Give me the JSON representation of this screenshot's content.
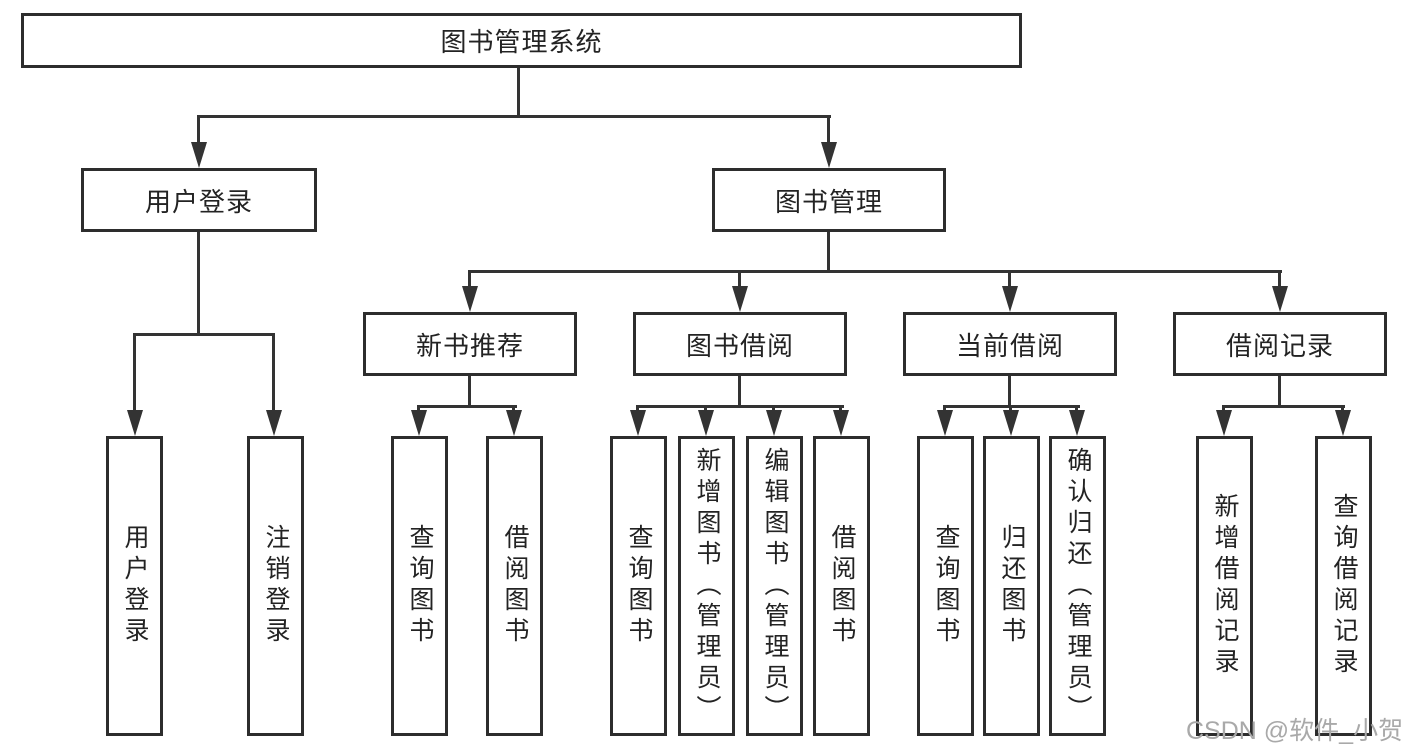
{
  "tree": {
    "root": "图书管理系统",
    "user_login": {
      "label": "用户登录",
      "children": [
        "用户登录",
        "注销登录"
      ]
    },
    "book_management": {
      "label": "图书管理",
      "groups": [
        {
          "label": "新书推荐",
          "children": [
            "查询图书",
            "借阅图书"
          ]
        },
        {
          "label": "图书借阅",
          "children": [
            "查询图书",
            "新增图书（管理员）",
            "编辑图书（管理员）",
            "借阅图书"
          ]
        },
        {
          "label": "当前借阅",
          "children": [
            "查询图书",
            "归还图书",
            "确认归还（管理员）"
          ]
        },
        {
          "label": "借阅记录",
          "children": [
            "新增借阅记录",
            "查询借阅记录"
          ]
        }
      ]
    }
  },
  "watermark": "CSDN @软件_小贺同学",
  "colors": {
    "line": "#333333",
    "box_border": "#2d2d2d",
    "text": "#232323",
    "watermark": "#a9a9a9",
    "background": "#ffffff"
  }
}
